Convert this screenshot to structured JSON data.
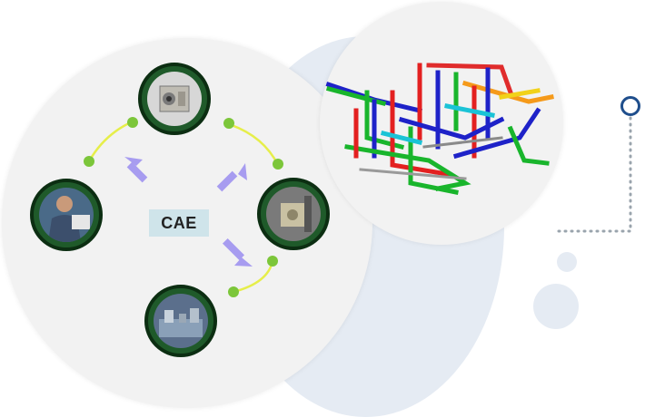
{
  "diagram": {
    "center_label": "CAE",
    "nodes": [
      {
        "name": "machine-photo",
        "icon": "machine-icon"
      },
      {
        "name": "engineer-photo",
        "icon": "person-icon"
      },
      {
        "name": "equipment-photo",
        "icon": "equipment-icon"
      },
      {
        "name": "factory-photo",
        "icon": "factory-icon"
      }
    ],
    "colors": {
      "node_fill": "#1f5a2a",
      "connector": "#e6ee4a",
      "connector_dot": "#7cc63a",
      "arrow": "#a79cf0",
      "label_bg": "#cfe4ea",
      "accent": "#1f4e8c"
    }
  }
}
